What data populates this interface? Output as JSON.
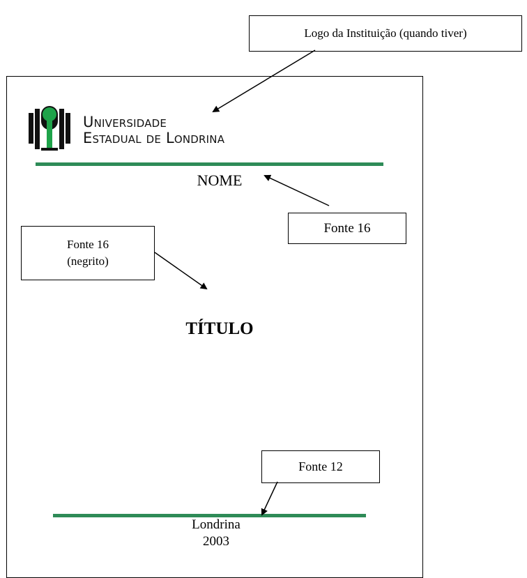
{
  "callouts": {
    "logo": "Logo da Instituição (quando tiver)",
    "nome_font": "Fonte 16",
    "titulo_font_line1": "Fonte 16",
    "titulo_font_line2": "(negrito)",
    "local_font": "Fonte 12"
  },
  "cover": {
    "institution_line1": "Universidade",
    "institution_line2": "Estadual de Londrina",
    "name": "NOME",
    "title": "TÍTULO",
    "city": "Londrina",
    "year": "2003"
  },
  "colors": {
    "accent_green": "#2e8b57",
    "text": "#000000"
  },
  "icons": {
    "logo_mark": "uel-logo-icon",
    "arrows": "annotation-arrow-icon"
  }
}
